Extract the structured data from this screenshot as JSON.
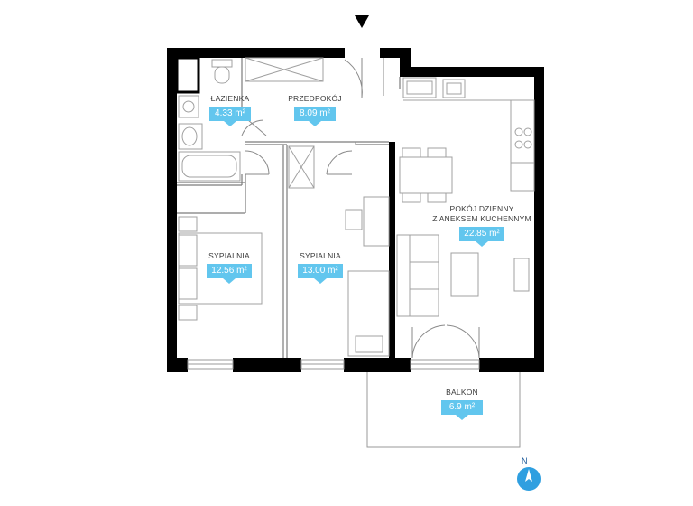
{
  "rooms": [
    {
      "id": "lazienka",
      "name": "ŁAZIENKA",
      "area": "4.33 m²"
    },
    {
      "id": "przedpokoj",
      "name": "PRZEDPOKÓJ",
      "area": "8.09 m²"
    },
    {
      "id": "sypialnia-1",
      "name": "SYPIALNIA",
      "area": "12.56 m²"
    },
    {
      "id": "sypialnia-2",
      "name": "SYPIALNIA",
      "area": "13.00 m²"
    },
    {
      "id": "pokoj-dzienny",
      "name": "POKÓJ DZIENNY\nZ ANEKSEM KUCHENNYM",
      "area": "22.85 m²"
    },
    {
      "id": "balkon",
      "name": "BALKON",
      "area": "6.9 m²"
    }
  ],
  "compass": {
    "label": "N"
  },
  "colors": {
    "wall": "#000000",
    "badge": "#62c6ee",
    "line": "#8a8a8a",
    "compass": "#2f9fe0"
  },
  "icons": {
    "entrance": "entrance-arrow-icon",
    "compass": "compass-icon"
  }
}
